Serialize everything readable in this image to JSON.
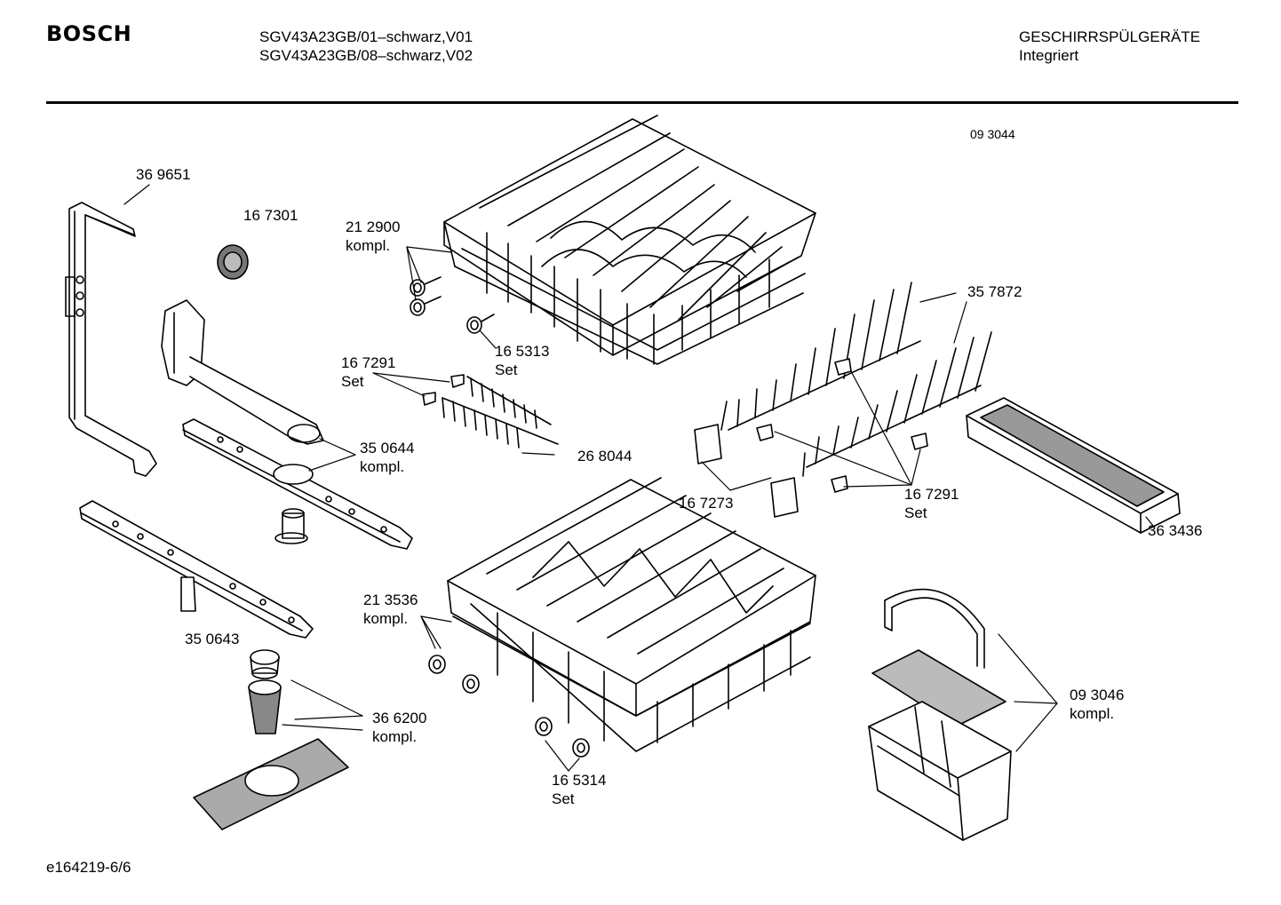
{
  "header": {
    "brand": "BOSCH",
    "model_line_1": "SGV43A23GB/01–schwarz,V01",
    "model_line_2": "SGV43A23GB/08–schwarz,V02",
    "category": "GESCHIRRSPÜLGERÄTE",
    "subcategory": "Integriert"
  },
  "diagram": {
    "ref_code": "09 3044",
    "parts": [
      {
        "number": "36 9651",
        "note": ""
      },
      {
        "number": "16 7301",
        "note": ""
      },
      {
        "number": "21 2900",
        "note": "kompl."
      },
      {
        "number": "16 5313",
        "note": "Set"
      },
      {
        "number": "35 7872",
        "note": ""
      },
      {
        "number": "16 7291",
        "note": "Set"
      },
      {
        "number": "26 8044",
        "note": ""
      },
      {
        "number": "35 0644",
        "note": "kompl."
      },
      {
        "number": "16 7273",
        "note": ""
      },
      {
        "number": "16 7291",
        "note": "Set"
      },
      {
        "number": "36 3436",
        "note": ""
      },
      {
        "number": "21 3536",
        "note": "kompl."
      },
      {
        "number": "35 0643",
        "note": ""
      },
      {
        "number": "36 6200",
        "note": "kompl."
      },
      {
        "number": "09 3046",
        "note": "kompl."
      },
      {
        "number": "16 5314",
        "note": "Set"
      }
    ]
  },
  "footer": {
    "drawing_id": "e164219-6/6"
  }
}
